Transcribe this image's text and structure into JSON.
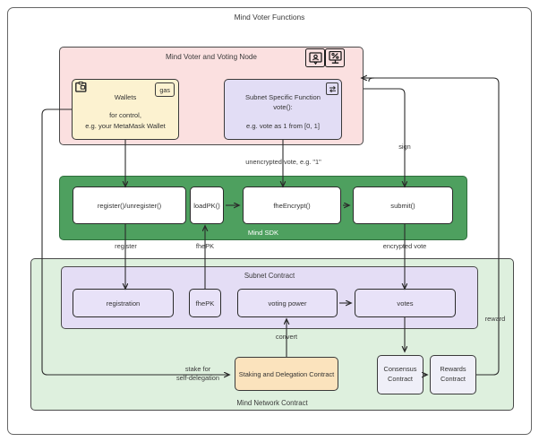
{
  "diagram": {
    "outer": {
      "title": "Mind Voter Functions"
    },
    "voter_node": {
      "title": "Mind Voter and Voting Node",
      "icons": [
        {
          "name": "user-screen-icon",
          "glyph": "person-monitor"
        },
        {
          "name": "percent-screen-icon",
          "glyph": "percent-monitor"
        }
      ],
      "wallets": {
        "badge": "gas",
        "title": "Wallets",
        "line1": "for control,",
        "line2": "e.g. your MetaMask Wallet",
        "icon": "wallet-card-icon"
      },
      "subnet_function": {
        "icon": "swap-arrows-icon",
        "line1": "Subnet Specific Function",
        "line2": "vote():",
        "line3": "e.g. vote as 1 from [0, 1]"
      }
    },
    "sdk": {
      "label": "Mind SDK",
      "cells": [
        {
          "id": "register-unregister",
          "label": "register()/unregister()"
        },
        {
          "id": "loadpk",
          "label": "loadPK()"
        },
        {
          "id": "fheencrypt",
          "label": "fheEncrypt()"
        },
        {
          "id": "submit",
          "label": "submit()"
        }
      ]
    },
    "network_contract": {
      "label": "Mind Network Contract",
      "subnet_contract": {
        "title": "Subnet Contract",
        "cells": [
          {
            "id": "registration",
            "label": "registration"
          },
          {
            "id": "fhepk",
            "label": "fhePK"
          },
          {
            "id": "voting-power",
            "label": "voting power"
          },
          {
            "id": "votes",
            "label": "votes"
          }
        ]
      },
      "staking": {
        "label": "Staking and Delegation Contract"
      },
      "consensus": {
        "line1": "Consensus",
        "line2": "Contract"
      },
      "rewards": {
        "line1": "Rewards",
        "line2": "Contract"
      }
    },
    "edges": [
      {
        "id": "unencrypted-vote",
        "label": "unencrypted vote, e.g. \"1\""
      },
      {
        "id": "sign",
        "label": "sign"
      },
      {
        "id": "register",
        "label": "register"
      },
      {
        "id": "fhepk",
        "label": "fhePK"
      },
      {
        "id": "encrypted-vote",
        "label": "encrypted vote"
      },
      {
        "id": "convert",
        "label": "convert"
      },
      {
        "id": "reward",
        "label": "reward"
      },
      {
        "id": "stake-line1",
        "label": "stake for"
      },
      {
        "id": "stake-line2",
        "label": "self-delegation"
      }
    ],
    "colors": {
      "pink": "#FBE0E0",
      "green": "#4EA05F",
      "light_green": "#DEF0DE",
      "lavender": "#E4DDF5",
      "yellow": "#FCF2D0",
      "orange": "#FBE3BD",
      "stroke": "#3a3a3a"
    }
  }
}
